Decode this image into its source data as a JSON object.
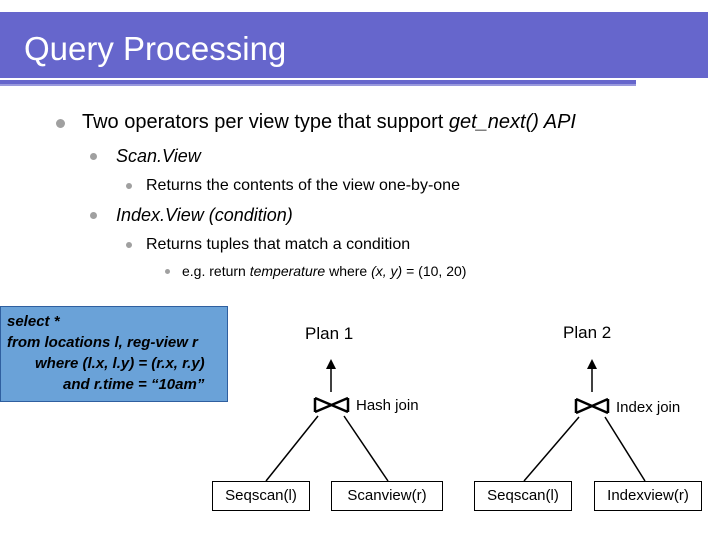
{
  "slide": {
    "title": "Query Processing",
    "bullets": {
      "level1": {
        "prefix": "Two operators per view type that support ",
        "italic": "get_next() API"
      },
      "scan_view": "Scan.View",
      "scan_view_desc": "Returns the contents of the view one-by-one",
      "index_view": "Index.View (condition)",
      "index_view_desc": "Returns tuples that match a condition",
      "example_prefix": "e.g. return ",
      "example_italic1": "temperature",
      "example_mid": " where ",
      "example_italic2": "(x, y)",
      "example_suffix": " = (10, 20)"
    },
    "sql": {
      "line1": "select *",
      "line2": "from locations l, reg-view r",
      "line3": "where  (l.x, l.y) = (r.x, r.y)",
      "line4": "and r.time = “10am”"
    },
    "plan1": {
      "label": "Plan 1",
      "join_label": "Hash join",
      "left": "Seqscan(l)",
      "right": "Scanview(r)"
    },
    "plan2": {
      "label": "Plan 2",
      "join_label": "Index join",
      "left": "Seqscan(l)",
      "right": "Indexview(r)"
    },
    "colors": {
      "title_bar": "#6666cc",
      "sql_box": "#6aa2d8",
      "bullet": "#a0a0a0"
    }
  }
}
